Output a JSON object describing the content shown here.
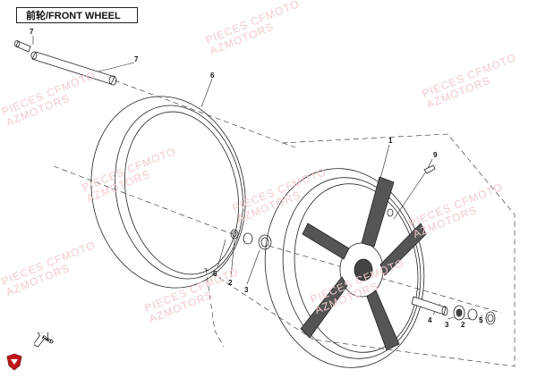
{
  "title": "前轮/FRONT WHEEL",
  "watermark_lines": [
    "PIECES CFMOTO",
    "AZMOTORS"
  ],
  "direction_label": "FWD",
  "callouts": [
    {
      "id": "c7a",
      "text": "7"
    },
    {
      "id": "c7",
      "text": "7"
    },
    {
      "id": "c6",
      "text": "6"
    },
    {
      "id": "c1",
      "text": "1"
    },
    {
      "id": "c9",
      "text": "9"
    },
    {
      "id": "c5a",
      "text": "5"
    },
    {
      "id": "c2a",
      "text": "2"
    },
    {
      "id": "c3a",
      "text": "3"
    },
    {
      "id": "c4",
      "text": "4"
    },
    {
      "id": "c3b",
      "text": "3"
    },
    {
      "id": "c2b",
      "text": "2"
    },
    {
      "id": "c5b",
      "text": "5"
    }
  ],
  "colors": {
    "line": "#222222",
    "watermark": "#f2caca",
    "logo": "#c0161c"
  }
}
